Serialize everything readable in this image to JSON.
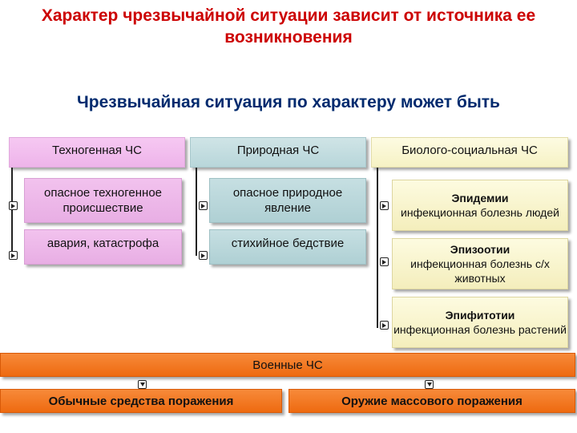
{
  "title": "Характер чрезвычайной ситуации зависит от источника ее возникновения",
  "subtitle": "Чрезвычайная ситуация по характеру может быть",
  "categories": {
    "technogenic": {
      "label": "Техногенная ЧС",
      "items": [
        "опасное техногенное происшествие",
        "авария, катастрофа"
      ]
    },
    "natural": {
      "label": "Природная ЧС",
      "items": [
        "опасное природное явление",
        "стихийное бедствие"
      ]
    },
    "biosocial": {
      "label": "Биолого-социальная ЧС",
      "items": [
        {
          "name": "Эпидемии",
          "desc": "инфекционная болезнь людей"
        },
        {
          "name": "Эпизоотии",
          "desc": "инфекционная болезнь с/х животных"
        },
        {
          "name": "Эпифитотии",
          "desc": "инфекционная болезнь растений"
        }
      ]
    }
  },
  "military": {
    "label": "Военные ЧС",
    "items": [
      "Обычные средства поражения",
      "Оружие массового поражения"
    ]
  },
  "colors": {
    "title": "#cc0000",
    "subtitle": "#002a6e",
    "pink": "#eeb4ea",
    "teal": "#b8d6da",
    "yellow": "#f6f2c4",
    "orange": "#ee6a10"
  }
}
